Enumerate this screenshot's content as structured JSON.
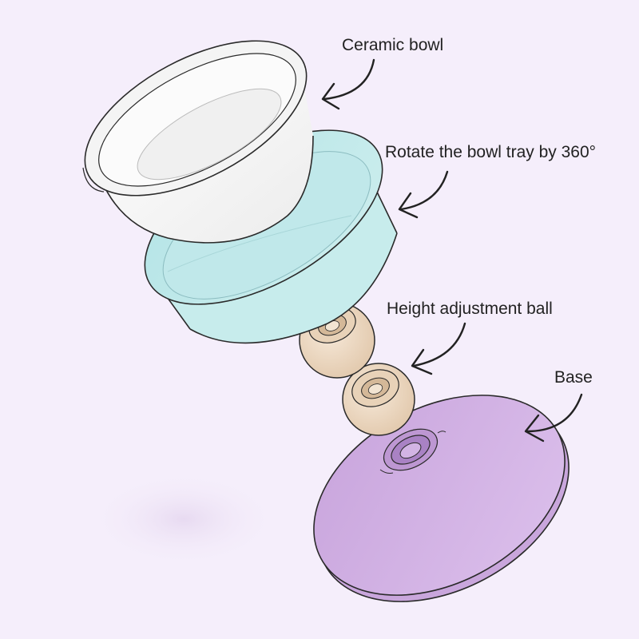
{
  "labels": {
    "ceramic_bowl": "Ceramic bowl",
    "rotate_tray": "Rotate the bowl tray by 360°",
    "height_ball": "Height adjustment ball",
    "base": "Base"
  },
  "colors": {
    "background": "#f5eefb",
    "bowl": "#f8f8f8",
    "tray": "#bde8ea",
    "ball": "#efdcc7",
    "base": "#d6b5e8",
    "outline": "#2a2a2a"
  },
  "icons": [
    "arrow-icon"
  ]
}
